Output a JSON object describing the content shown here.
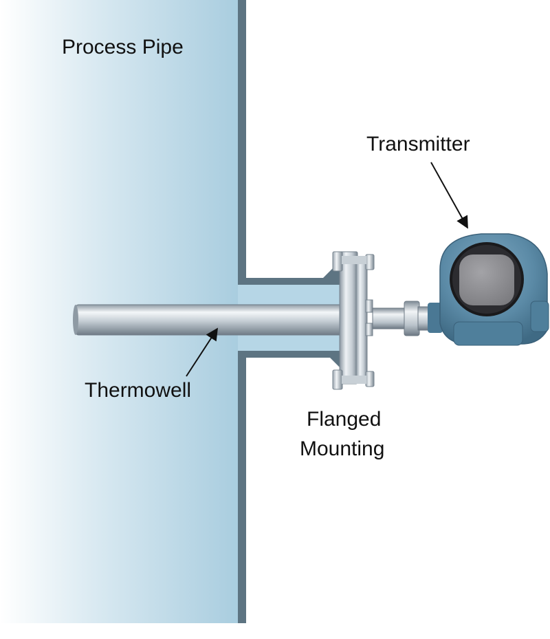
{
  "labels": {
    "process_pipe": "Process Pipe",
    "transmitter": "Transmitter",
    "thermowell": "Thermowell",
    "flanged_line1": "Flanged",
    "flanged_line2": "Mounting"
  },
  "colors": {
    "pipe_fluid_dark": "#a9cddf",
    "pipe_fluid_light": "#ffffff",
    "pipe_wall": "#5d7482",
    "metal_light": "#e6ebef",
    "metal_mid": "#b7c0c8",
    "metal_dark": "#7c8893",
    "transmitter_body": "#5b8aa6",
    "transmitter_dark": "#3f6a84",
    "display_face": "#8b8b8f",
    "label_text": "#111111"
  }
}
